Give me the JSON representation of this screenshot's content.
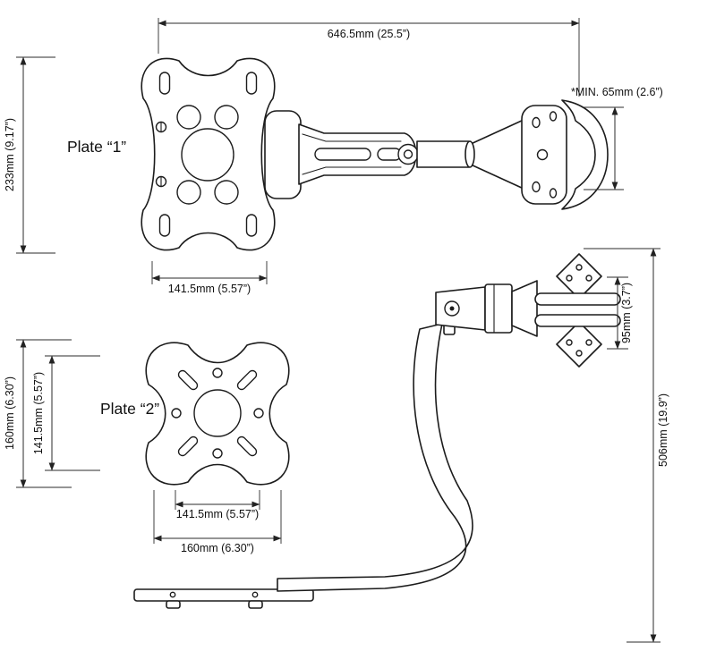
{
  "drawing": {
    "labels": {
      "plate1": "Plate “1”",
      "plate2": "Plate “2”"
    },
    "dims": {
      "arm_length": "646.5mm (25.5”)",
      "clamp_min": "*MIN. 65mm (2.6”)",
      "plate1_height": "233mm (9.17”)",
      "plate1_width": "141.5mm (5.57”)",
      "plate2_outer_v": "160mm (6.30”)",
      "plate2_inner_v": "141.5mm (5.57”)",
      "plate2_inner_h": "141.5mm (5.57”)",
      "plate2_outer_h": "160mm (6.30”)",
      "bracket_span": "95mm (3.7”)",
      "column_height": "506mm (19.9”)"
    }
  }
}
